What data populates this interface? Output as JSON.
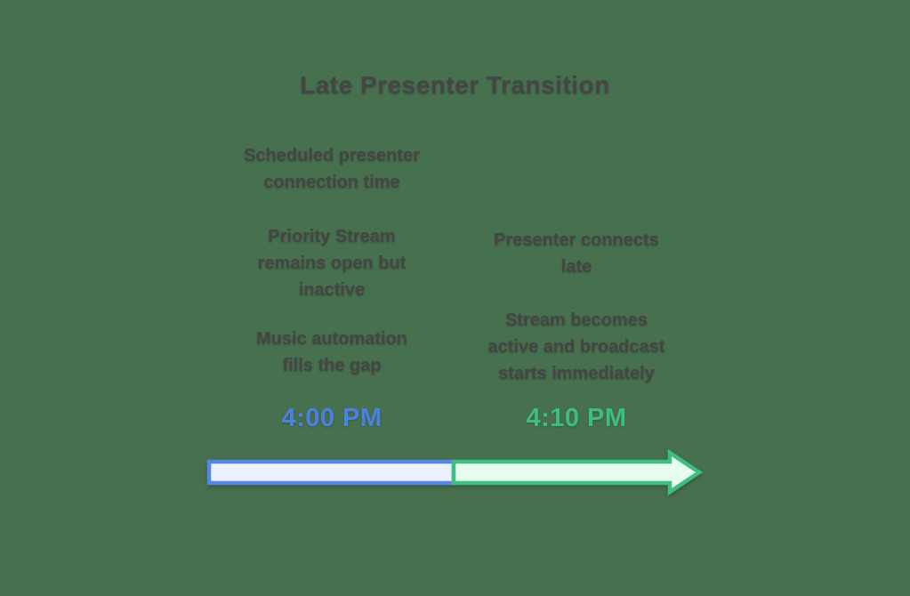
{
  "title": "Late Presenter Transition",
  "colors": {
    "background": "#47704e",
    "text": "#454545",
    "time_before": "#4d80e3",
    "time_after": "#3dbd84",
    "segment_before_border": "#5486ea",
    "segment_before_fill": "#eaf1fd",
    "segment_after_border": "#3cbf80",
    "segment_after_fill": "#e6fcef"
  },
  "phase_before": {
    "notes": [
      [
        "Scheduled presenter",
        "connection time"
      ],
      [
        "Priority Stream",
        "remains open but",
        "inactive"
      ],
      [
        "Music automation",
        "fills the gap"
      ]
    ],
    "time": "4:00 PM"
  },
  "phase_after": {
    "notes": [
      [
        "Presenter connects",
        "late"
      ],
      [
        "Stream becomes",
        "active and broadcast",
        "starts immediately"
      ]
    ],
    "time": "4:10 PM"
  }
}
